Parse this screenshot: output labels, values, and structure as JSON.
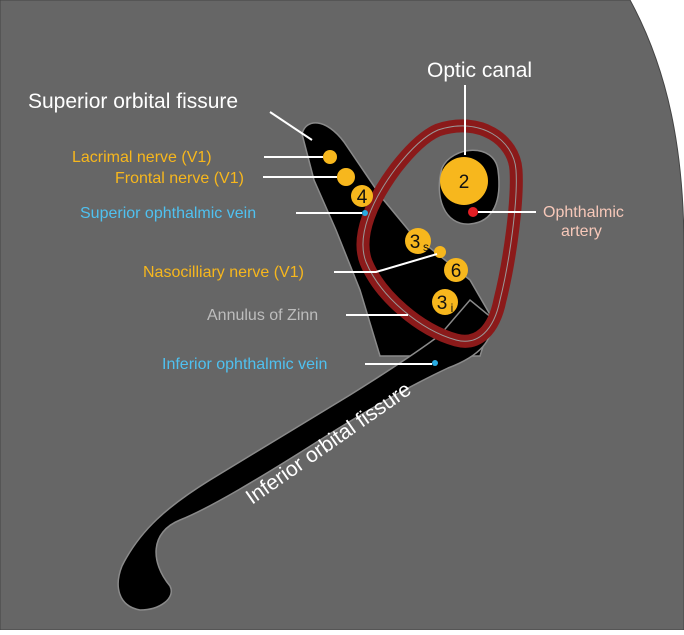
{
  "titles": {
    "superior_orbital_fissure": "Superior orbital fissure",
    "optic_canal": "Optic canal",
    "inferior_orbital_fissure": "Inferior orbital fissure"
  },
  "labels": {
    "lacrimal_nerve": "Lacrimal nerve (V1)",
    "frontal_nerve": "Frontal nerve (V1)",
    "superior_ophthalmic_vein": "Superior ophthalmic vein",
    "nasociliary_nerve": "Nasocilliary nerve (V1)",
    "annulus_of_zinn": "Annulus of Zinn",
    "inferior_ophthalmic_vein": "Inferior ophthalmic vein",
    "ophthalmic_artery_line1": "Ophthalmic",
    "ophthalmic_artery_line2": "artery"
  },
  "nerve_numbers": {
    "optic": "2",
    "trochlear": "4",
    "oculomotor_superior_main": "3",
    "oculomotor_superior_sub": "s",
    "abducens": "6",
    "oculomotor_inferior_main": "3",
    "oculomotor_inferior_sub": "i"
  },
  "colors": {
    "background_bone": "#666666",
    "fissure": "#000000",
    "annulus": "#8b1a1a",
    "nerve": "#f7b71d",
    "vein": "#29abe2",
    "artery": "#e31e24",
    "label_nerve": "#f7b71d",
    "label_vein": "#4fc1f0",
    "label_annulus": "#bdbdbd",
    "label_artery": "#f7c8b9",
    "title": "#ffffff"
  }
}
